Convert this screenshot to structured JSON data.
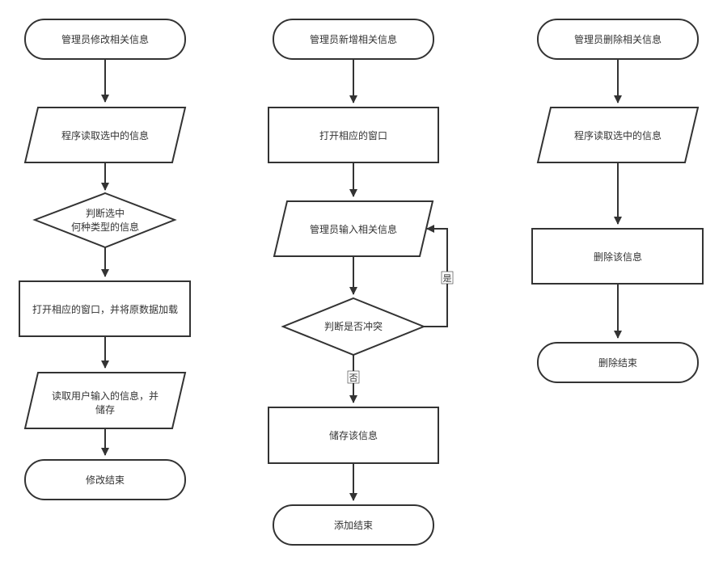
{
  "colors": {
    "stroke": "#333333",
    "fill": "#ffffff",
    "background": "#ffffff"
  },
  "flows": [
    {
      "nodes": [
        {
          "id": "m1",
          "label": "管理员修改相关信息"
        },
        {
          "id": "m2",
          "label": "程序读取选中的信息"
        },
        {
          "id": "m3",
          "label_lines": [
            "判断选中",
            "何种类型的信息"
          ]
        },
        {
          "id": "m4",
          "label": "打开相应的窗口，并将原数据加载"
        },
        {
          "id": "m5",
          "label_lines": [
            "读取用户输入的信息，并",
            "储存"
          ]
        },
        {
          "id": "m6",
          "label": "修改结束"
        }
      ]
    },
    {
      "nodes": [
        {
          "id": "a1",
          "label": "管理员新增相关信息"
        },
        {
          "id": "a2",
          "label": "打开相应的窗口"
        },
        {
          "id": "a3",
          "label": "管理员输入相关信息"
        },
        {
          "id": "a4",
          "label": "判断是否冲突"
        },
        {
          "id": "a5",
          "label": "储存该信息"
        },
        {
          "id": "a6",
          "label": "添加结束"
        }
      ],
      "edge_labels": {
        "yes": "是",
        "no": "否"
      }
    },
    {
      "nodes": [
        {
          "id": "d1",
          "label": "管理员删除相关信息"
        },
        {
          "id": "d2",
          "label": "程序读取选中的信息"
        },
        {
          "id": "d3",
          "label": "删除该信息"
        },
        {
          "id": "d4",
          "label": "删除结束"
        }
      ]
    }
  ]
}
